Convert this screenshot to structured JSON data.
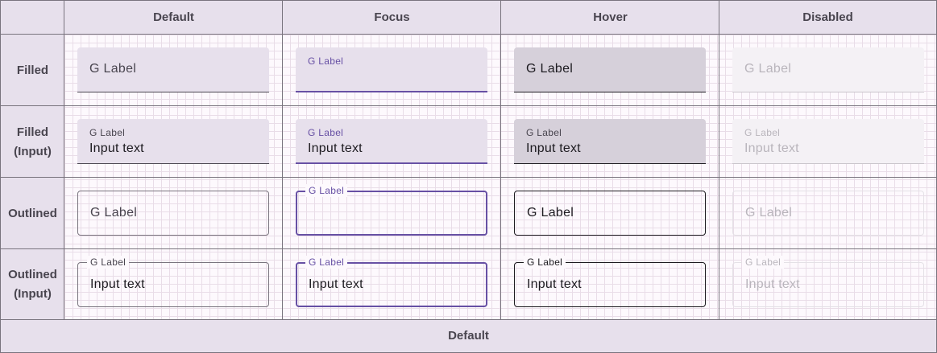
{
  "columns": [
    "Default",
    "Focus",
    "Hover",
    "Disabled"
  ],
  "rows": [
    "Filled",
    "Filled\n(Input)",
    "Outlined",
    "Outlined\n(Input)"
  ],
  "footer": "Default",
  "field": {
    "label": "G Label",
    "input": "Input text"
  },
  "colors": {
    "primary": "#6750a4",
    "surface_variant": "#e7e0ec",
    "outline": "#79747e",
    "on_surface": "#1d1b20"
  }
}
